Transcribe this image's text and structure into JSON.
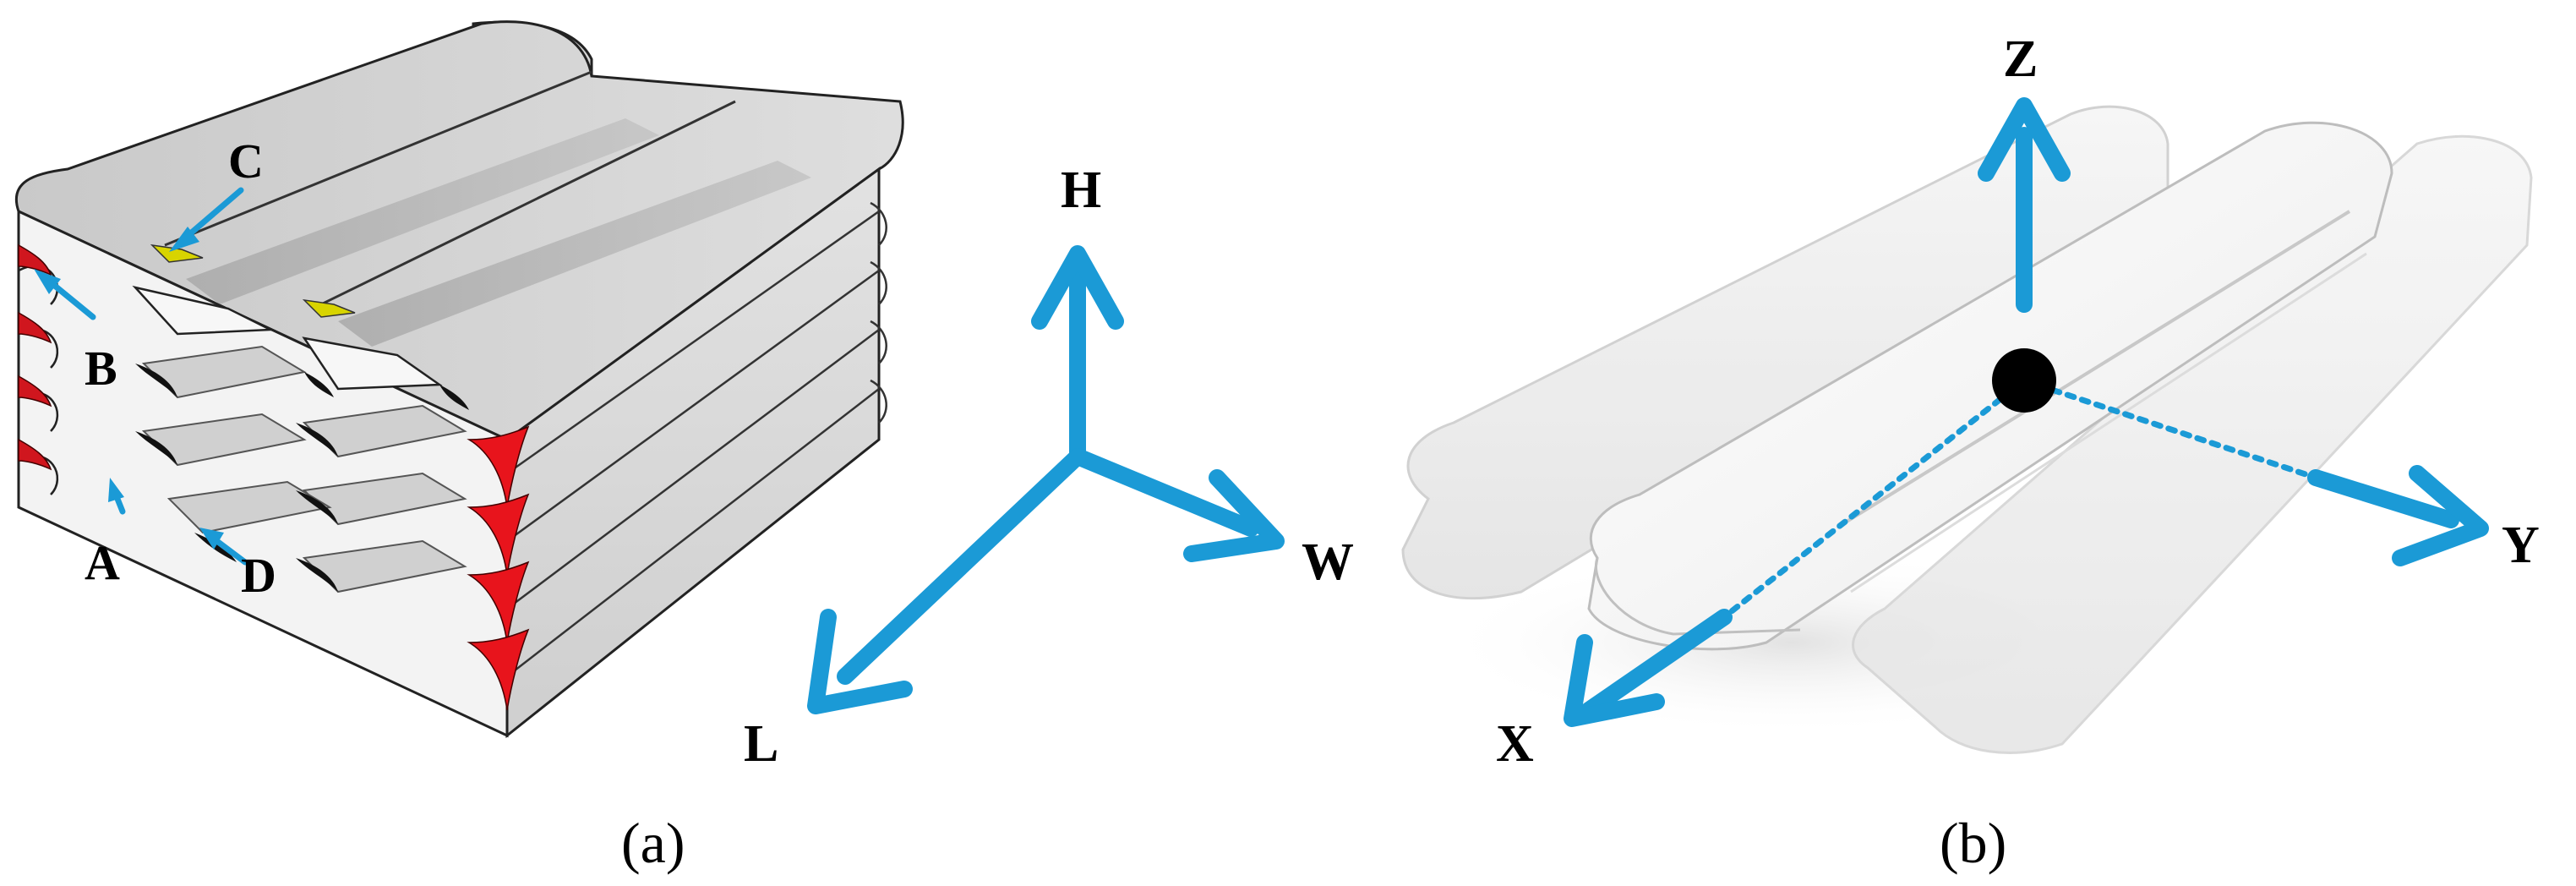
{
  "panel_a": {
    "caption": "(a)",
    "point_labels": {
      "a": "A",
      "b": "B",
      "c": "C",
      "d": "D"
    },
    "axis_labels": {
      "h": "H",
      "w": "W",
      "l": "L"
    },
    "colors": {
      "arrow": "#1b9ad6",
      "red_voids": "#d0161e",
      "yellow_voids": "#d8d400"
    }
  },
  "panel_b": {
    "caption": "(b)",
    "axis_labels": {
      "z": "Z",
      "y": "Y",
      "x": "X"
    },
    "colors": {
      "arrow": "#1b9ad6",
      "origin": "#000000"
    }
  }
}
